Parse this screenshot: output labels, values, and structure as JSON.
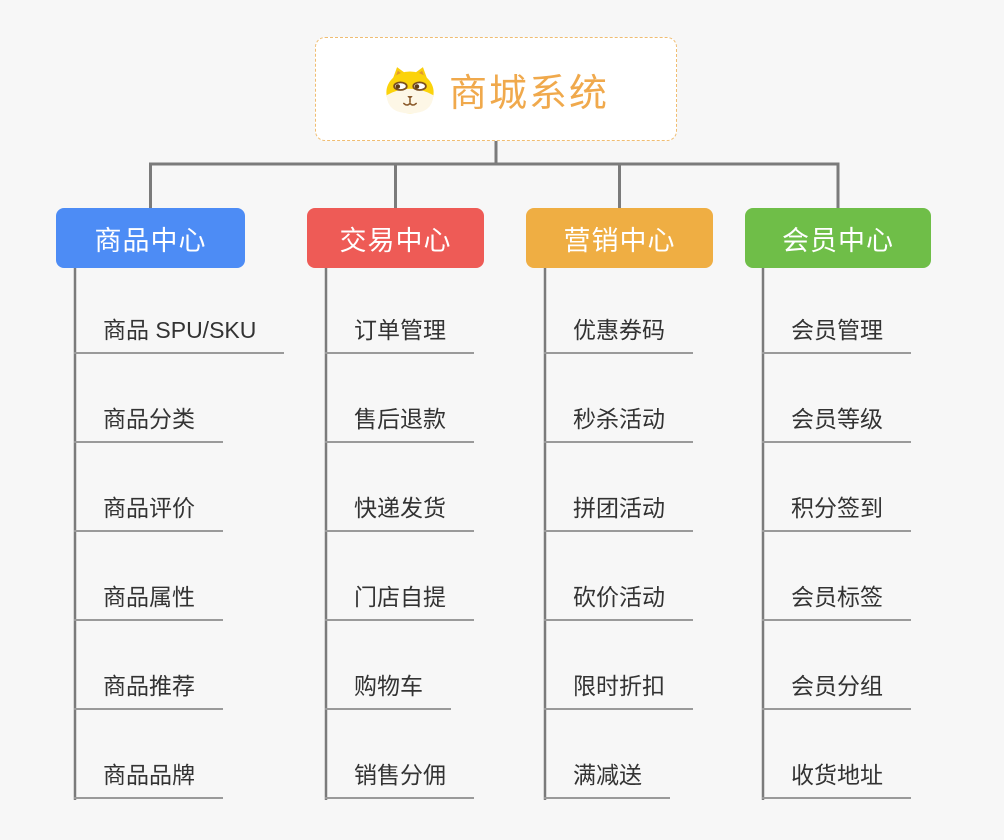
{
  "canvas": {
    "background": "#f7f7f7",
    "line_color": "#7b7b7b",
    "underline_color": "#9a9a9a",
    "leaf_text_color": "#333333"
  },
  "root": {
    "title": "商城系统",
    "icon": "dog-face-icon",
    "text_color": "#f0a94c",
    "border_color": "#f0bd72",
    "background": "#ffffff"
  },
  "branches": [
    {
      "label": "商品中心",
      "color": "#4d8cf5",
      "items": [
        "商品 SPU/SKU",
        "商品分类",
        "商品评价",
        "商品属性",
        "商品推荐",
        "商品品牌"
      ]
    },
    {
      "label": "交易中心",
      "color": "#ee5b56",
      "items": [
        "订单管理",
        "售后退款",
        "快递发货",
        "门店自提",
        "购物车",
        "销售分佣"
      ]
    },
    {
      "label": "营销中心",
      "color": "#efae43",
      "items": [
        "优惠券码",
        "秒杀活动",
        "拼团活动",
        "砍价活动",
        "限时折扣",
        "满减送"
      ]
    },
    {
      "label": "会员中心",
      "color": "#6fbe48",
      "items": [
        "会员管理",
        "会员等级",
        "积分签到",
        "会员标签",
        "会员分组",
        "收货地址"
      ]
    }
  ]
}
